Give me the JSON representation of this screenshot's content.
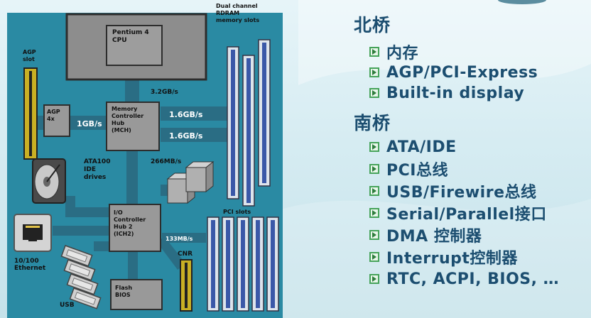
{
  "diagram": {
    "cpu": "Pentium 4\nCPU",
    "rdram": "Dual channel\nRDRAM\nmemory slots",
    "agp_slot": "AGP\nslot",
    "agp4x": "AGP\n4x",
    "mch": "Memory\nController\nHub\n(MCH)",
    "ich": "I/O\nController\nHub 2\n(ICH2)",
    "ata": "ATA100\nIDE\ndrives",
    "ethernet": "10/100\nEthernet",
    "usb": "USB",
    "pci_slots": "PCI slots",
    "cnr": "CNR",
    "flash": "Flash\nBIOS",
    "bw_cpu": "3.2GB/s",
    "bw_agp": "1GB/s",
    "bw_mem1": "1.6GB/s",
    "bw_mem2": "1.6GB/s",
    "bw_hub": "266MB/s",
    "bw_pci": "133MB/s"
  },
  "outline": {
    "north_title": "北桥",
    "north_items": [
      "内存",
      "AGP/PCI-Express",
      "Built-in display"
    ],
    "south_title": "南桥",
    "south_items": [
      "ATA/IDE",
      "PCI总线",
      "USB/Firewire总线",
      "Serial/Parallel接口",
      "DMA 控制器",
      "Interrupt控制器",
      "RTC, ACPI, BIOS, …"
    ]
  },
  "colors": {
    "board": "#2a8aa3",
    "bus": "#2a6d84",
    "chip": "#9a9a9a",
    "slot_frame": "#dde4ec",
    "slot_inner": "#3a58a8",
    "gold": "#e3c02a",
    "heading": "#1c4e70",
    "bullet": "#46a35a"
  }
}
